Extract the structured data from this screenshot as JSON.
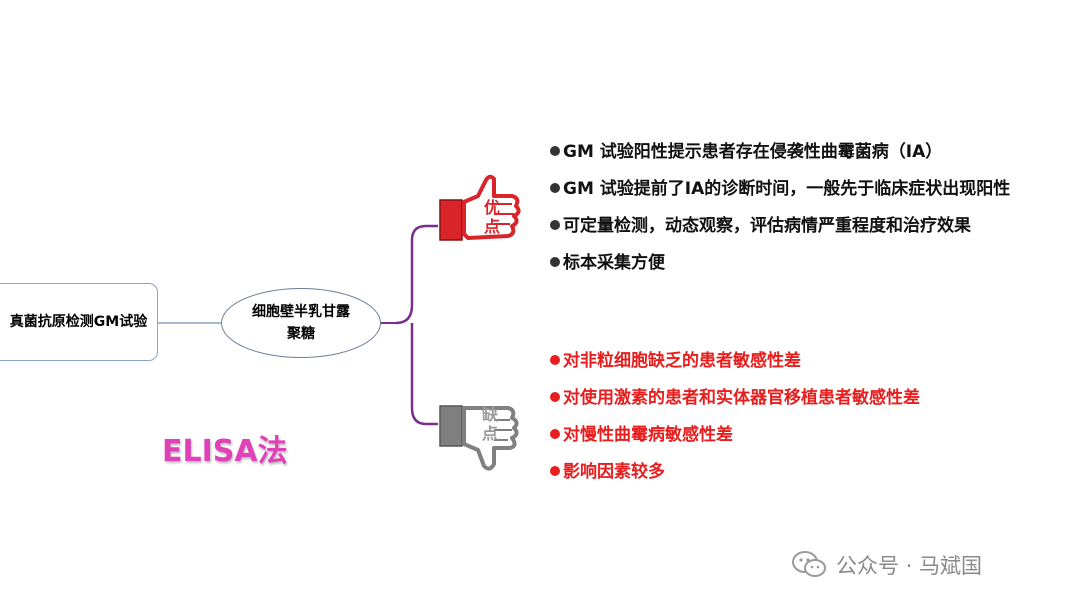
{
  "root": {
    "label": "真菌抗原检测GM试验"
  },
  "antigen": {
    "label": "细胞壁半乳甘露聚糖"
  },
  "method": {
    "label": "ELISA法"
  },
  "pros": {
    "label_line1": "优",
    "label_line2": "点",
    "color": "#d9242a",
    "items": [
      "GM 试验阳性提示患者存在侵袭性曲霉菌病（IA）",
      "GM 试验提前了IA的诊断时间，一般先于临床症状出现阳性",
      "可定量检测，动态观察，评估病情严重程度和治疗效果",
      "标本采集方便"
    ]
  },
  "cons": {
    "label_line1": "缺",
    "label_line2": "点",
    "color": "#808080",
    "items": [
      "对非粒细胞缺乏的患者敏感性差",
      "对使用激素的患者和实体器官移植患者敏感性差",
      "对慢性曲霉病敏感性差",
      "影响因素较多"
    ]
  },
  "connector_color": "#7a2e8e",
  "watermark": {
    "text": "公众号 · 马斌国"
  }
}
